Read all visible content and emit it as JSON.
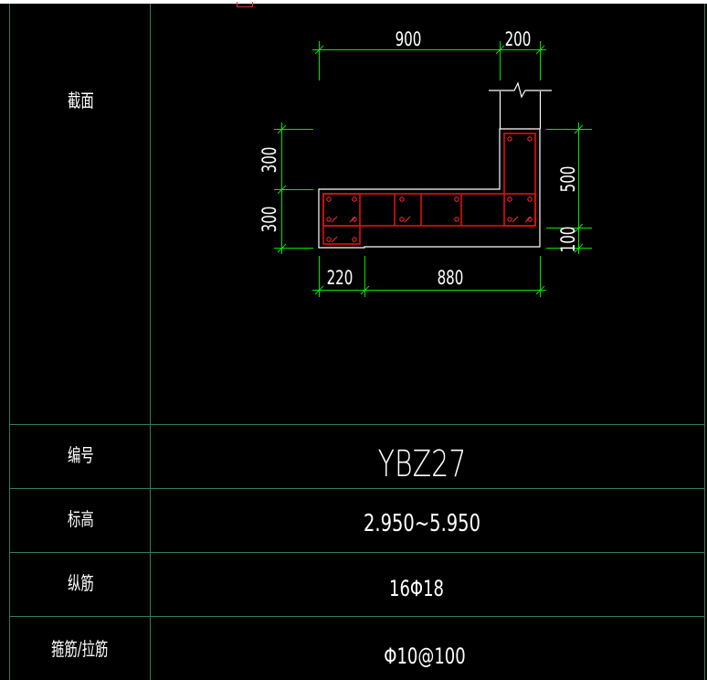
{
  "colors": {
    "background": "#000000",
    "grid_line": "#2e7d5a",
    "dimension": "#00e400",
    "outline": "#ffffff",
    "rebar": "#e01010",
    "text": "#ffffff"
  },
  "table": {
    "section_label": "截面",
    "id_label": "编号",
    "id_value": "YBZ27",
    "elevation_label": "标高",
    "elevation_value": "2.950~5.950",
    "long_rebar_label": "纵筋",
    "long_rebar_value": "16Φ18",
    "stirrup_label": "箍筋/拉筋",
    "stirrup_value": "Φ10@100"
  },
  "section": {
    "dim_top_900": "900",
    "dim_top_200": "200",
    "dim_left_300_upper": "300",
    "dim_left_300_lower": "300",
    "dim_right_500": "500",
    "dim_right_100": "100",
    "dim_bottom_220": "220",
    "dim_bottom_880": "880"
  }
}
